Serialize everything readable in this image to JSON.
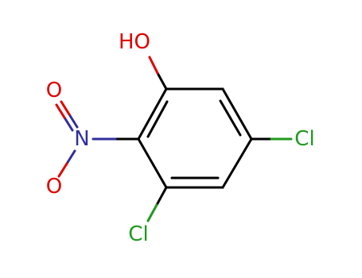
{
  "molecule": {
    "atoms": [
      {
        "id": "hydroxyl",
        "label": "HO",
        "color": "#e00000"
      },
      {
        "id": "nitrogen",
        "label": "N",
        "color": "#2f2f9e"
      },
      {
        "id": "oxygen_top",
        "label": "O",
        "color": "#e00000"
      },
      {
        "id": "oxygen_bottom",
        "label": "O",
        "color": "#e00000"
      },
      {
        "id": "chlorine_right",
        "label": "Cl",
        "color": "#1f9a1f"
      },
      {
        "id": "chlorine_bottom",
        "label": "Cl",
        "color": "#1f9a1f"
      }
    ],
    "colors": {
      "bond": "#000000",
      "oxygen": "#e00000",
      "nitrogen": "#2f2f9e",
      "chlorine": "#1f9a1f"
    }
  }
}
